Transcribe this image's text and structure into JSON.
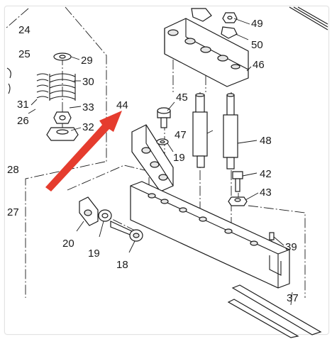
{
  "diagram": {
    "callouts": [
      {
        "id": "24",
        "text": "24"
      },
      {
        "id": "25",
        "text": "25"
      },
      {
        "id": "29",
        "text": "29"
      },
      {
        "id": "30",
        "text": "30"
      },
      {
        "id": "31",
        "text": "31"
      },
      {
        "id": "33",
        "text": "33"
      },
      {
        "id": "26",
        "text": "26"
      },
      {
        "id": "32",
        "text": "32"
      },
      {
        "id": "44",
        "text": "44"
      },
      {
        "id": "45",
        "text": "45"
      },
      {
        "id": "19a",
        "text": "19"
      },
      {
        "id": "47",
        "text": "47"
      },
      {
        "id": "48",
        "text": "48"
      },
      {
        "id": "49",
        "text": "49"
      },
      {
        "id": "50",
        "text": "50"
      },
      {
        "id": "46",
        "text": "46"
      },
      {
        "id": "28",
        "text": "28"
      },
      {
        "id": "27",
        "text": "27"
      },
      {
        "id": "42",
        "text": "42"
      },
      {
        "id": "43",
        "text": "43"
      },
      {
        "id": "20",
        "text": "20"
      },
      {
        "id": "19b",
        "text": "19"
      },
      {
        "id": "18",
        "text": "18"
      },
      {
        "id": "39",
        "text": "39"
      },
      {
        "id": "37",
        "text": "37"
      }
    ],
    "colors": {
      "arrow": "#e53c2e",
      "line": "#1a1a1a",
      "frame": "#e2e2e2"
    }
  }
}
